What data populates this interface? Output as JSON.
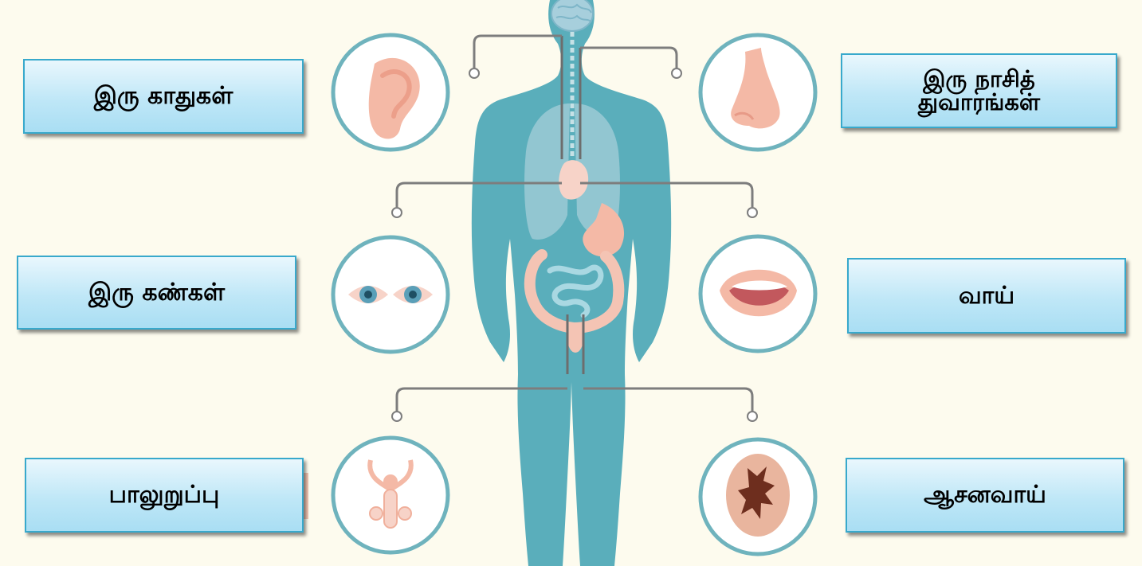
{
  "labels": {
    "ears": "இரு காதுகள்",
    "nostrils_line1": "இரு நாசித்",
    "nostrils_line2": "துவாரங்கள்",
    "eyes": "இரு கண்கள்",
    "mouth": "வாய்",
    "genitals": "பாலுறுப்பு",
    "anus": "ஆசனவாய்"
  },
  "icons": {
    "ear": "ear-icon",
    "nose": "nose-icon",
    "eyes": "eyes-icon",
    "mouth": "mouth-icon",
    "genitals": "reproductive-organ-icon",
    "anus": "anus-icon",
    "body": "human-body-figure"
  },
  "colors": {
    "background": "#fdfbee",
    "body": "#5aaebb",
    "circle_ring": "#6fb3bd",
    "connector": "#7d7d7d",
    "organ_pink": "#f4b9a6",
    "label_border": "#38a9cc"
  }
}
